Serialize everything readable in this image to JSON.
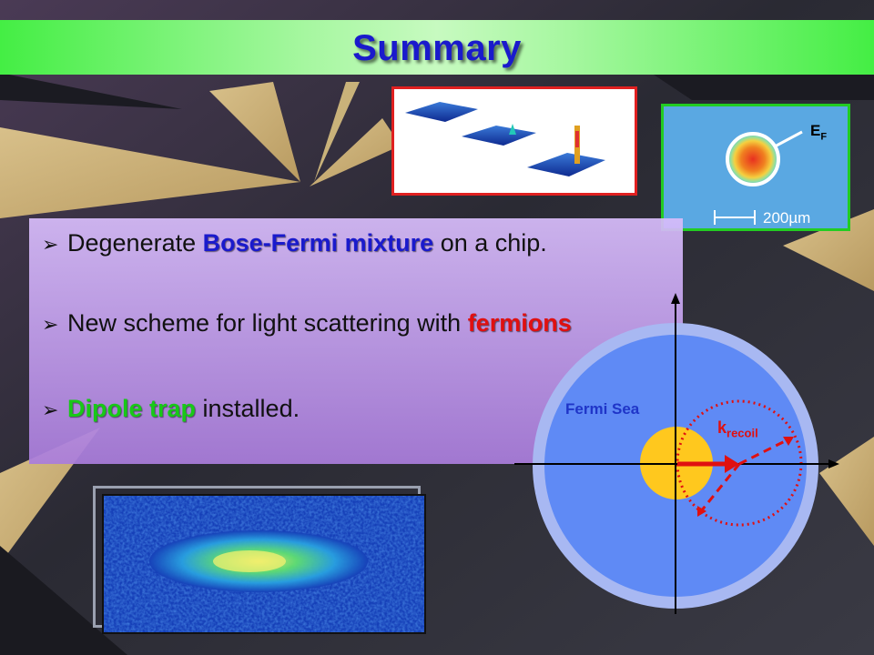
{
  "slide": {
    "title": "Summary",
    "bullets": [
      {
        "pre": "Degenerate ",
        "highlight": "Bose-Fermi mixture",
        "post": " on a chip.",
        "highlight_color": "#1a1acc"
      },
      {
        "pre": "New scheme for light scattering with ",
        "highlight": "fermions",
        "post": "",
        "highlight_color": "#e01010"
      },
      {
        "pre": "",
        "highlight": "Dipole trap",
        "post": " installed.",
        "highlight_color": "#18c818"
      }
    ],
    "bullet_symbol": "➢"
  },
  "tof_image": {
    "ef_label": "E",
    "ef_sub": "F",
    "scale_label": "200µm"
  },
  "diagram": {
    "fermi_sea_label": "Fermi Sea",
    "k_label": "k",
    "k_sub": "recoil"
  },
  "colors": {
    "title": "#1a1acc",
    "title_bar": "#44ee44",
    "panel": "#c8a8f0",
    "accent_red": "#e01010",
    "accent_green": "#18c818",
    "fermi_sea": "#5f8af5",
    "fermi_core": "#ffc81e"
  }
}
